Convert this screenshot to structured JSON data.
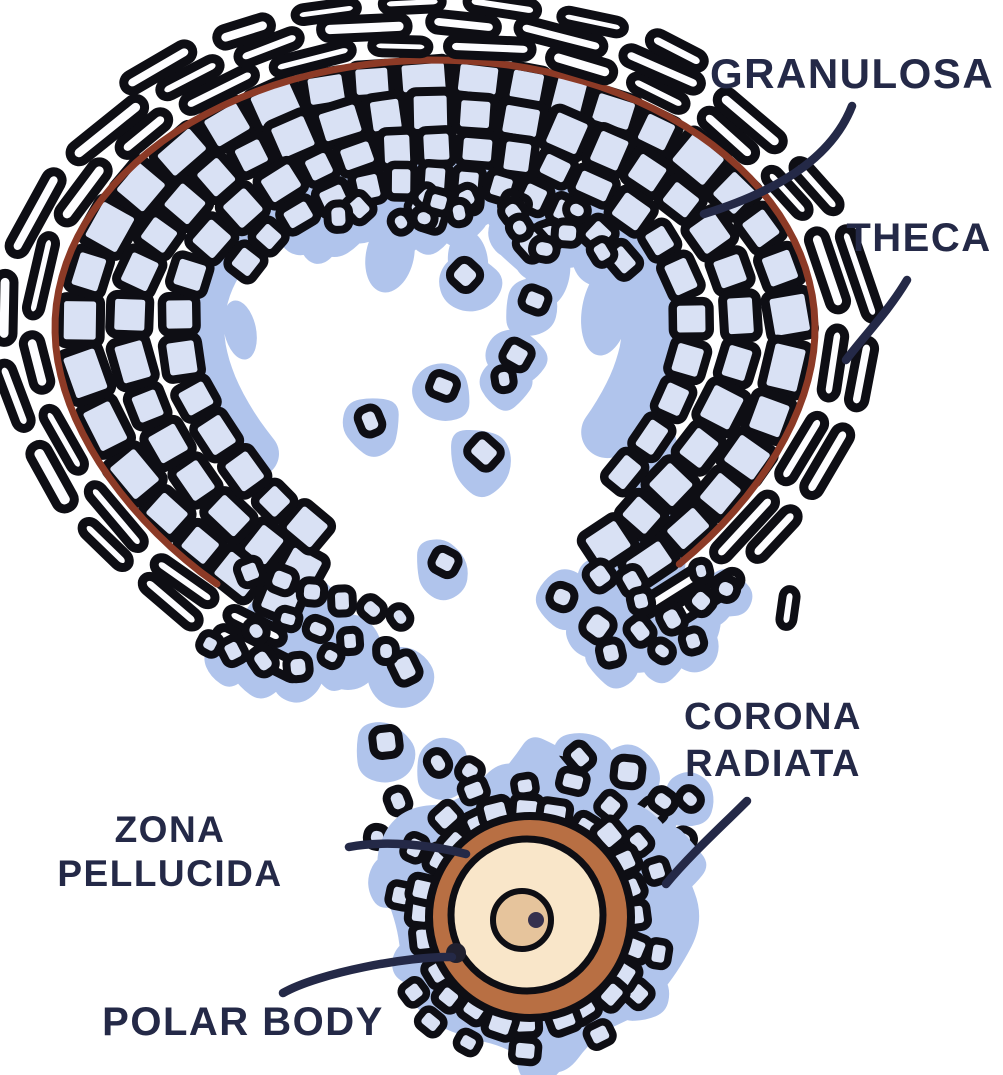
{
  "labels": {
    "granulosa": "GRANULOSA",
    "theca": "THECA",
    "corona_line1": "CORONA",
    "corona_line2": "RADIATA",
    "zona_line1": "ZONA",
    "zona_line2": "PELLUCIDA",
    "polar_body": "POLAR BODY"
  },
  "colors": {
    "background": "#ffffff",
    "ink": "#0e0e14",
    "label_ink": "#242947",
    "cell_fill": "#d9e1f4",
    "fluid": "#b0c4ec",
    "theca_fill": "#fdfdff",
    "basement_membrane": "#8c3a26",
    "zona_pellucida": "#b86f43",
    "ooplasm": "#f9e6c9",
    "nucleus": "#e6c49c",
    "nucleolus": "#36314e",
    "polar_body": "#20202f"
  }
}
